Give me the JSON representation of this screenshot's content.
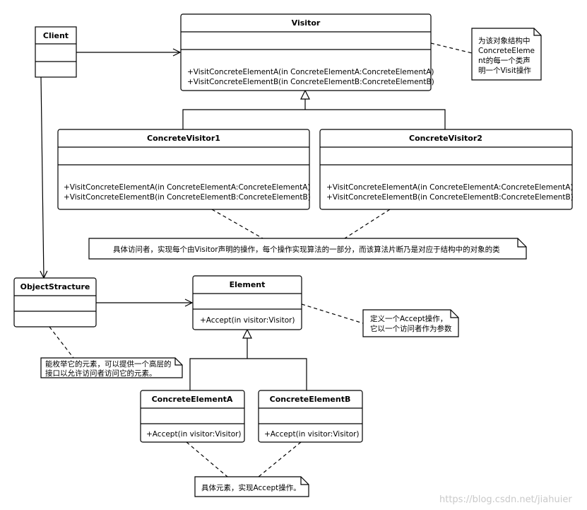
{
  "classes": {
    "client": {
      "name": "Client",
      "operations": []
    },
    "visitor": {
      "name": "Visitor",
      "operations": [
        "+VisitConcreteElementA(in ConcreteElementA:ConcreteElementA)",
        "+VisitConcreteElementB(in ConcreteElementB:ConcreteElementB)"
      ]
    },
    "concrete_visitor1": {
      "name": "ConcreteVisitor1",
      "operations": [
        "+VisitConcreteElementA(in ConcreteElementA:ConcreteElementA)",
        "+VisitConcreteElementB(in ConcreteElementB:ConcreteElementB)"
      ]
    },
    "concrete_visitor2": {
      "name": "ConcreteVisitor2",
      "operations": [
        "+VisitConcreteElementA(in ConcreteElementA:ConcreteElementA)",
        "+VisitConcreteElementB(in ConcreteElementB:ConcreteElementB)"
      ]
    },
    "object_structure": {
      "name": "ObjectStracture",
      "operations": []
    },
    "element": {
      "name": "Element",
      "operations": [
        "+Accept(in visitor:Visitor)"
      ]
    },
    "concrete_element_a": {
      "name": "ConcreteElementA",
      "operations": [
        "+Accept(in visitor:Visitor)"
      ]
    },
    "concrete_element_b": {
      "name": "ConcreteElementB",
      "operations": [
        "+Accept(in visitor:Visitor)"
      ]
    }
  },
  "notes": {
    "visitor_note": [
      "为该对象结构中",
      "ConcreteEleme",
      "nt的每一个类声",
      "明一个Visit操作"
    ],
    "concrete_visitor_note": [
      "具体访问者，实现每个由Visitor声明的操作，每个操作实现算法的一部分，而该算法片断乃是对应于结构中的对象的类"
    ],
    "element_note": [
      "定义一个Accept操作，",
      "它以一个访问者作为参数"
    ],
    "object_structure_note": [
      "能枚举它的元素，可以提供一个高层的",
      "接口以允许访问者访问它的元素。"
    ],
    "concrete_element_note": [
      "具体元素，实现Accept操作。"
    ]
  },
  "watermark": "https://blog.csdn.net/jiahuier"
}
